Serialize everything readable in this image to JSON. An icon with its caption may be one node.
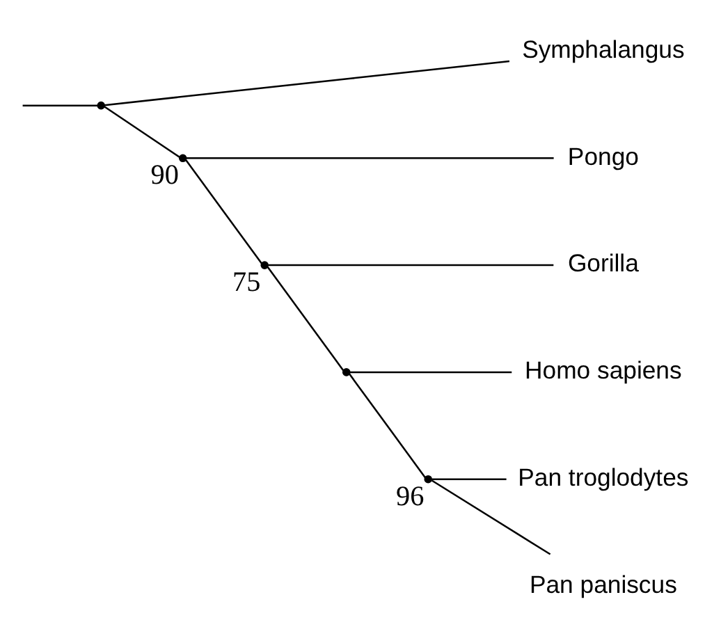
{
  "diagram": {
    "nodes": [
      {
        "text": [
          "Symphalangus"
        ]
      },
      {
        "text": [
          "Pongo"
        ]
      },
      {
        "text": [
          "Gorilla"
        ]
      },
      {
        "text": [
          "Pan troglodytes"
        ]
      },
      {
        "text": [
          "Pan paniscus"
        ]
      },
      {
        "text": [
          "Homo sapiens"
        ]
      },
      {
        "text": [],
        "shape": "point"
      },
      {
        "text": [],
        "shape": "point",
        "beside": [
          "90"
        ]
      },
      {
        "text": [],
        "shape": "point",
        "beside": [
          "75"
        ]
      },
      {
        "text": [],
        "shape": "point"
      },
      {
        "text": [],
        "shape": "point",
        "beside": [
          "96"
        ]
      }
    ],
    "edges": [
      {
        "from": null,
        "to": 6,
        "arrow": "none"
      },
      {
        "from": 6,
        "to": 0,
        "arrow": "none"
      },
      {
        "from": 6,
        "to": 7,
        "arrow": "none"
      },
      {
        "from": 7,
        "to": 1,
        "arrow": "none"
      },
      {
        "from": 7,
        "to": 8,
        "arrow": "none"
      },
      {
        "from": 8,
        "to": 2,
        "arrow": "none"
      },
      {
        "from": 8,
        "to": 9,
        "arrow": "none"
      },
      {
        "from": 9,
        "to": 10,
        "arrow": "none"
      },
      {
        "from": 10,
        "to": 3,
        "arrow": "none"
      },
      {
        "from": 10,
        "to": 4,
        "arrow": "none"
      },
      {
        "from": 9,
        "to": 5,
        "arrow": "none"
      }
    ]
  }
}
